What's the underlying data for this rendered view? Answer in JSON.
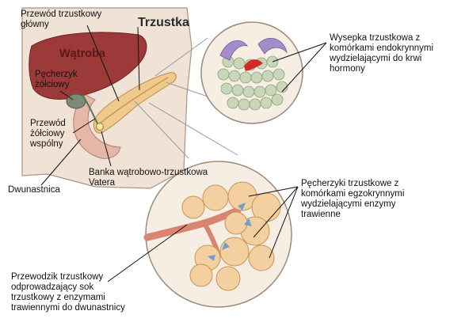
{
  "labels": {
    "main_duct": "Przewód trzustkowy\ngłówny",
    "pancreas": "Trzustka",
    "liver": "Wątroba",
    "gallbladder": "Pęcherzyk\nżółciowy",
    "common_bile_duct": "Przewód\nżółciowy\nwspólny",
    "duodenum": "Dwunastnica",
    "ampulla": "Banka wątrobowo-trzustkowa\nVatera",
    "islet": "Wysepka trzustkowa z\nkomórkami endokrynnymi\nwydzielającymi do krwi\nhormony",
    "acini": "Pęcherzyki trzustkowe z\nkomórkami egzokrynnymi\nwydzielającymi enzymy\ntrawienne",
    "duct": "Przewodzik trzustkowy\nodprowadzający sok\ntrzustkowy z enzymami\ntrawiennymi do dwunastnicy"
  },
  "colors": {
    "skin": "#f1e2d6",
    "liver": "#9c3a3a",
    "pancreas": "#f0c98c",
    "gallbladder": "#7e8a78",
    "duodenum": "#e6b7a8",
    "islet_cells": "#c9d6b8",
    "hormone_vessel": "#a38cc9",
    "blood": "#d12a2a",
    "acini": "#f4d0a0",
    "duct": "#d98470",
    "arrow": "#6f9fd0"
  }
}
